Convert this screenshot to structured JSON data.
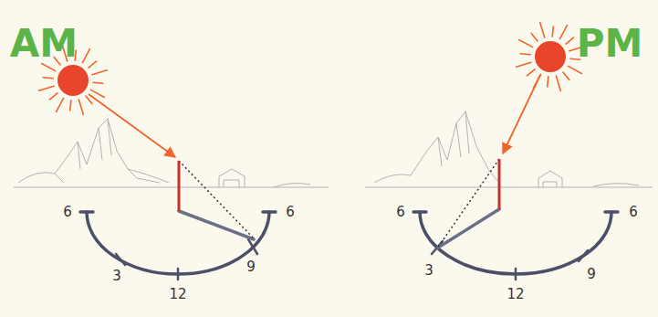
{
  "diagram": {
    "labels": [
      "AM",
      "6",
      "3",
      "12",
      "9",
      "6",
      "PM",
      "6",
      "3",
      "12",
      "9",
      "6"
    ]
  }
}
